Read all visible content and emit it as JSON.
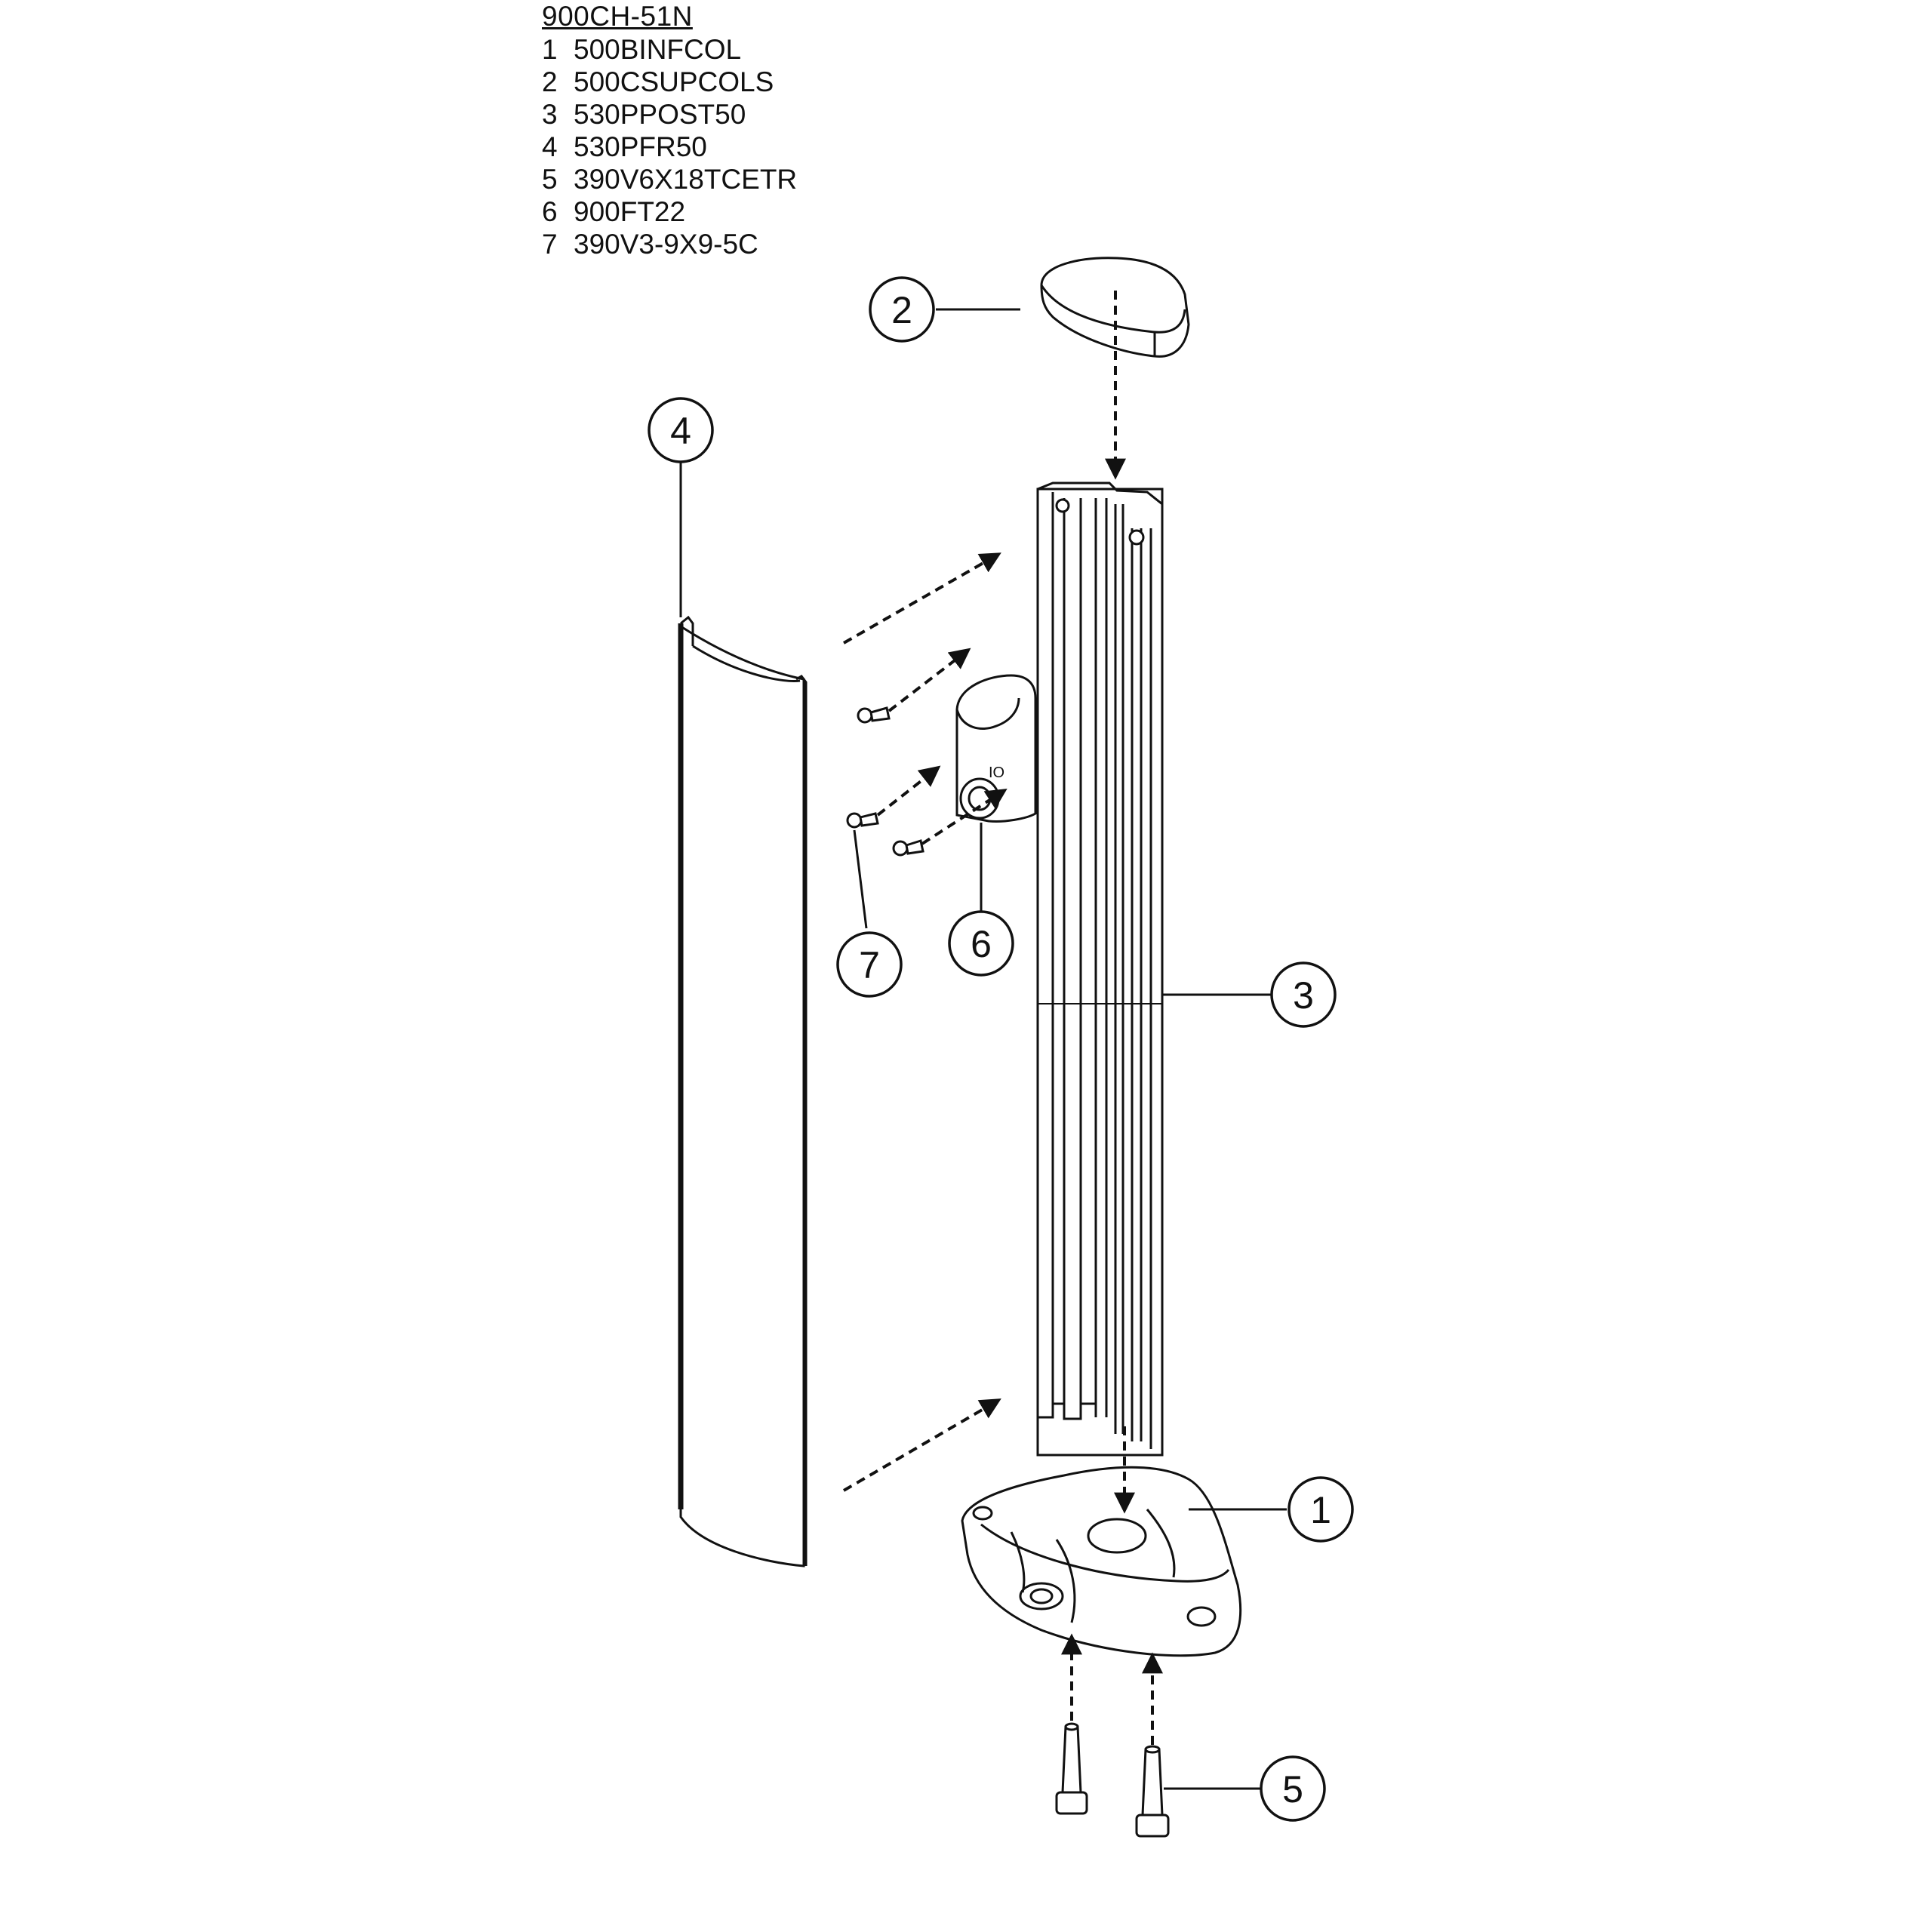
{
  "parts_list": {
    "title": "900CH-51N",
    "items": [
      {
        "num": "1",
        "code": "500BINFCOL"
      },
      {
        "num": "2",
        "code": "500CSUPCOLS"
      },
      {
        "num": "3",
        "code": "530PPOST50"
      },
      {
        "num": "4",
        "code": "530PFR50"
      },
      {
        "num": "5",
        "code": "390V6X18TCETR"
      },
      {
        "num": "6",
        "code": "900FT22"
      },
      {
        "num": "7",
        "code": "390V3-9X9-5C"
      }
    ]
  },
  "callouts": [
    "1",
    "2",
    "3",
    "4",
    "5",
    "6",
    "7"
  ],
  "colors": {
    "line": "#111111",
    "background": "#ffffff"
  }
}
